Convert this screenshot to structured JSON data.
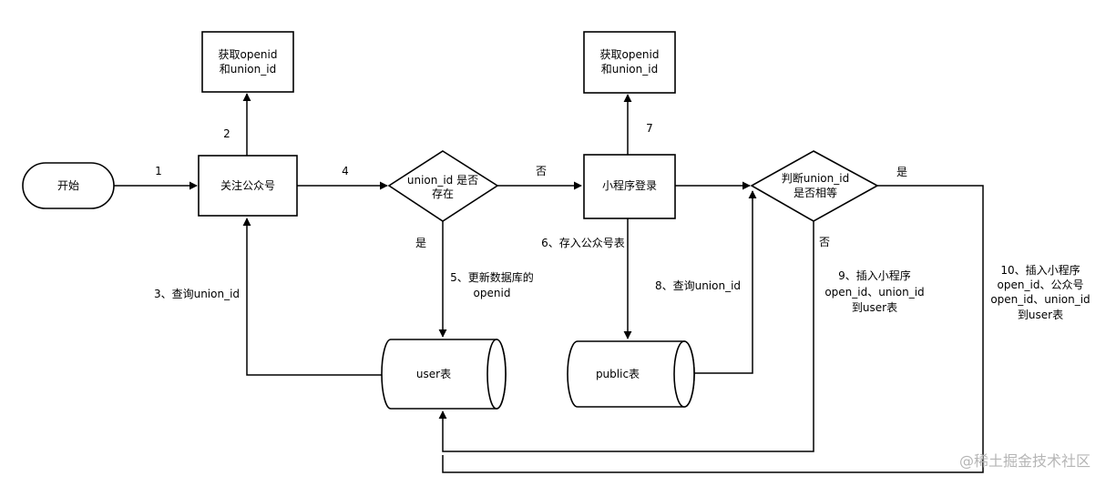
{
  "nodes": {
    "start": "开始",
    "follow": "关注公众号",
    "get_ids_1": [
      "获取openid",
      "和union_id"
    ],
    "union_exists": [
      "union_id 是否",
      "存在"
    ],
    "mini_login": "小程序登录",
    "get_ids_2": [
      "获取openid",
      "和union_id"
    ],
    "judge_union": [
      "判断union_id",
      "是否相等"
    ],
    "user_table": "user表",
    "public_table": "public表"
  },
  "edges": {
    "e1": "1",
    "e2": "2",
    "e3": "3、查询union_id",
    "e4": "4",
    "e_no_1": "否",
    "e_yes_1": "是",
    "e5": [
      "5、更新数据库的",
      "openid"
    ],
    "e6": "6、存入公众号表",
    "e7": "7",
    "e8": "8、查询union_id",
    "e_yes_2": "是",
    "e_no_2": "否",
    "e9": [
      "9、插入小程序",
      "open_id、union_id",
      "到user表"
    ],
    "e10": [
      "10、插入小程序",
      "open_id、公众号",
      "open_id、union_id",
      "到user表"
    ]
  },
  "watermark": "@稀土掘金技术社区"
}
